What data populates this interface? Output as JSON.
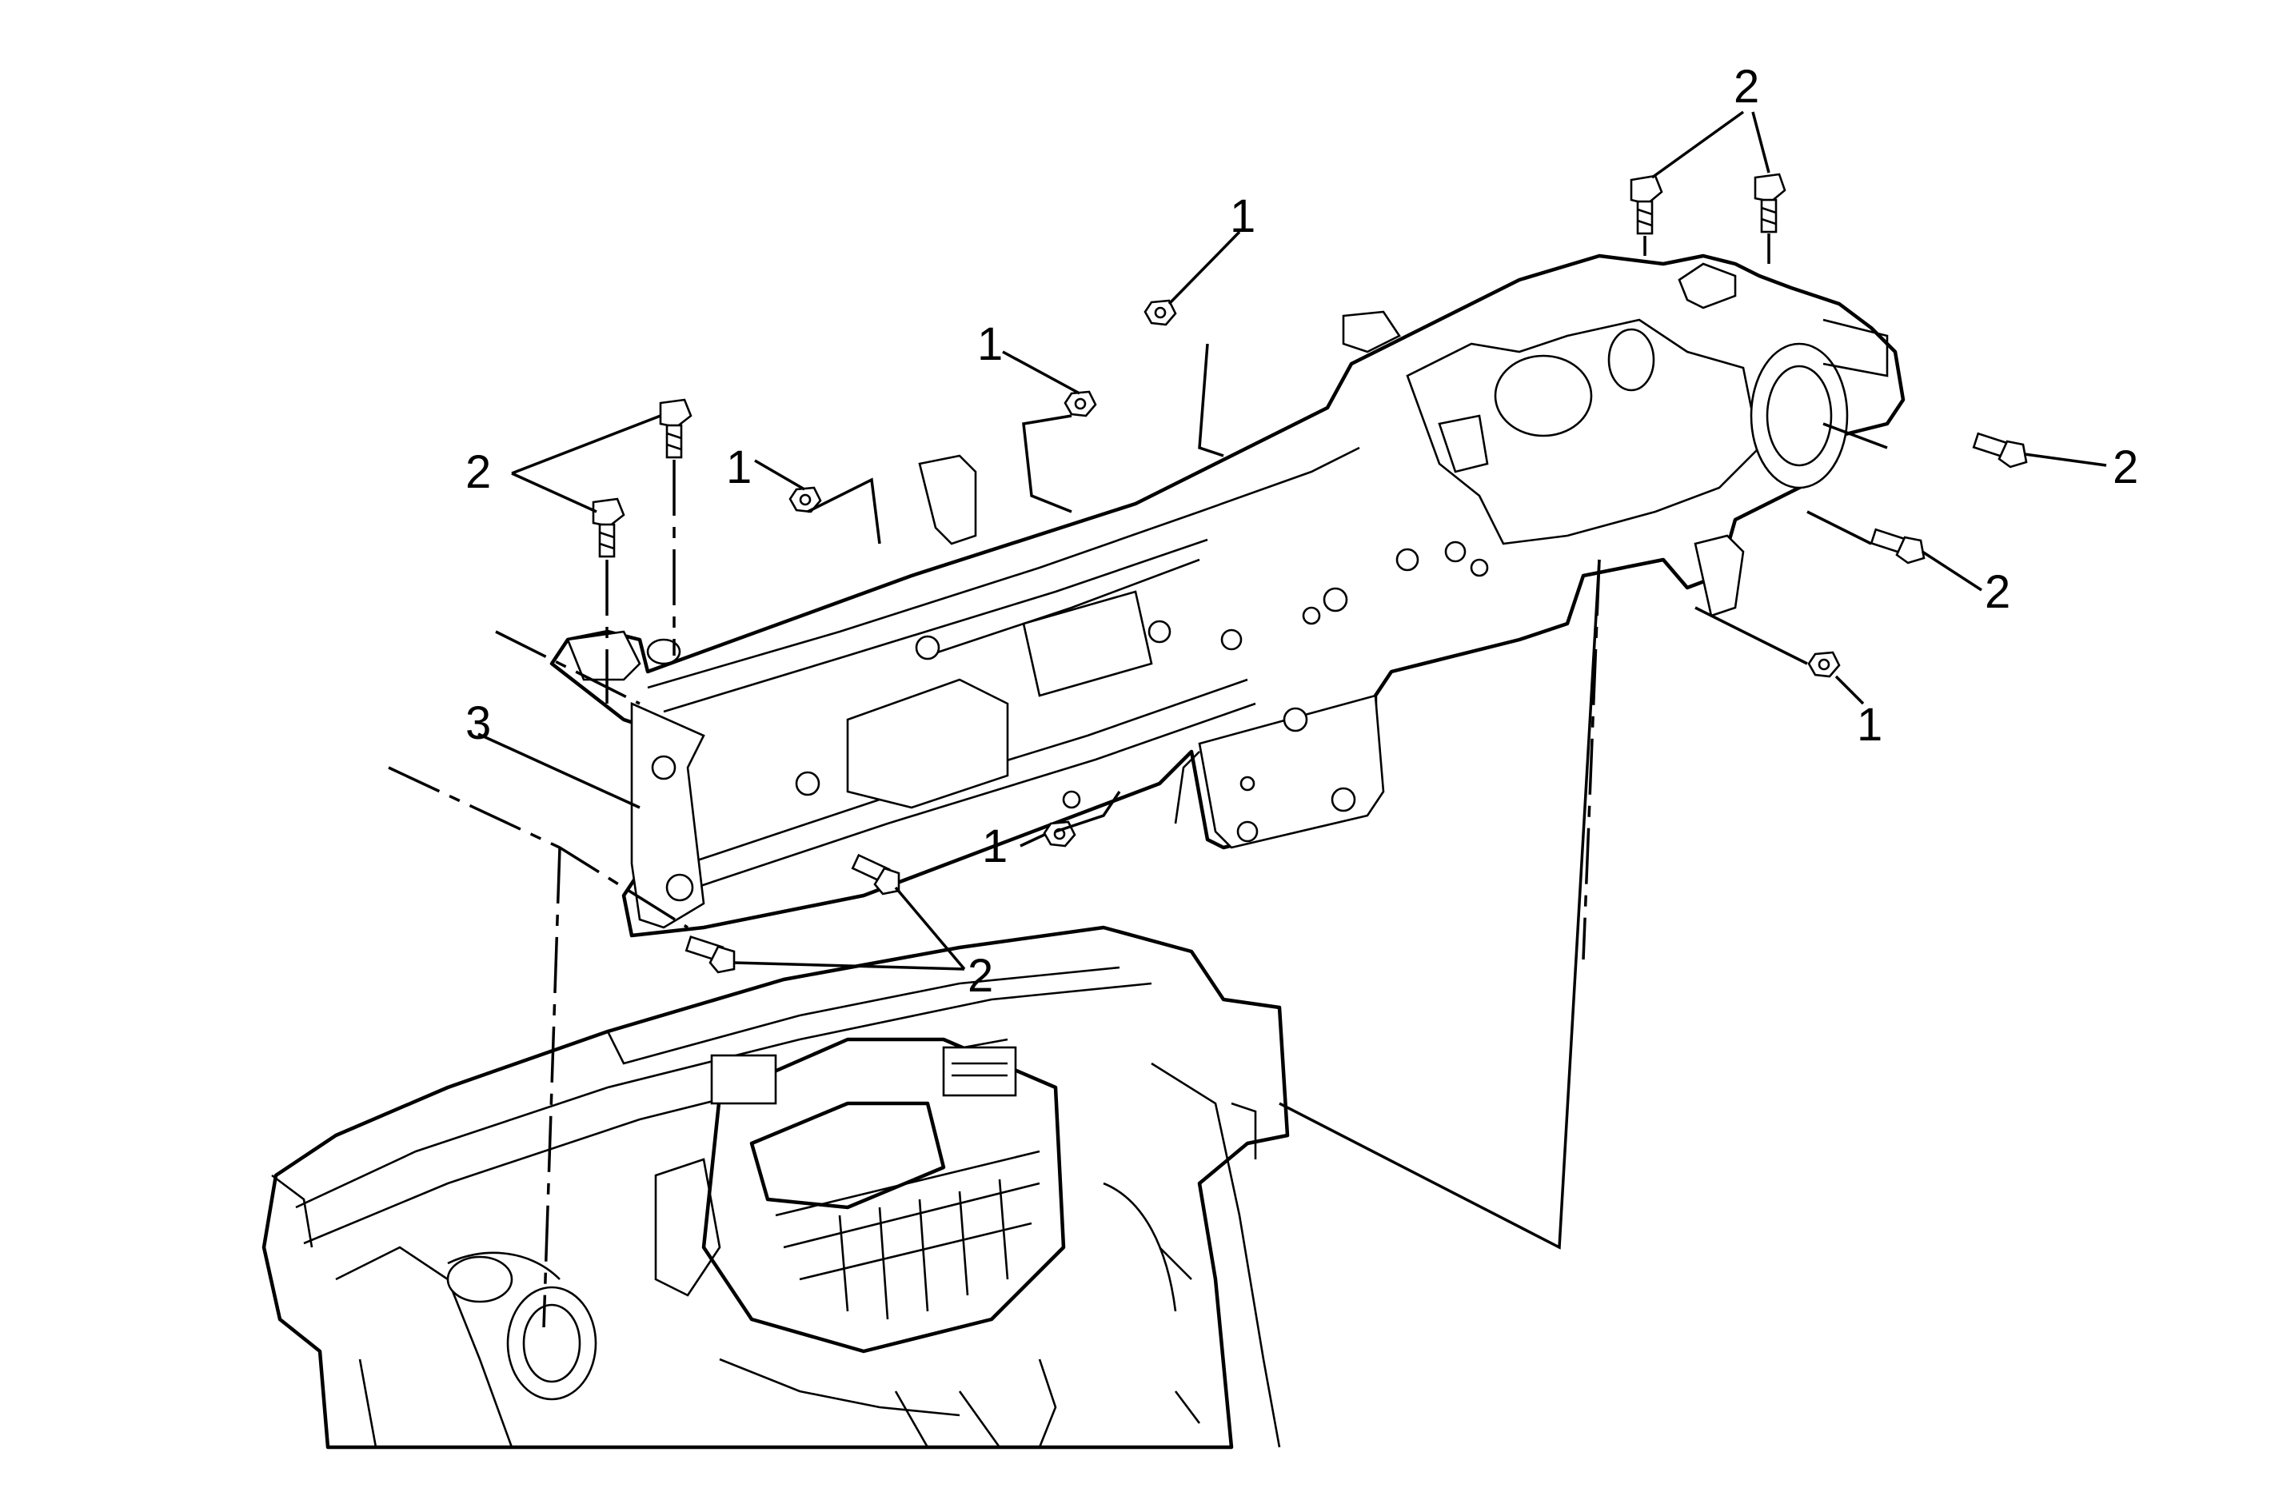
{
  "diagram": {
    "callouts": {
      "top_right_pair": "2",
      "top_center_fastener": "1",
      "upper_mid_fastener": "1",
      "left_mid_fastener": "1",
      "top_left_pair": "2",
      "right_upper_bolt": "2",
      "right_lower_bolt": "2",
      "right_fastener": "1",
      "bracket": "3",
      "lower_center_fastener": "1",
      "lower_left_bolts": "2"
    },
    "colors": {
      "line": "#000000",
      "background": "#ffffff"
    }
  }
}
